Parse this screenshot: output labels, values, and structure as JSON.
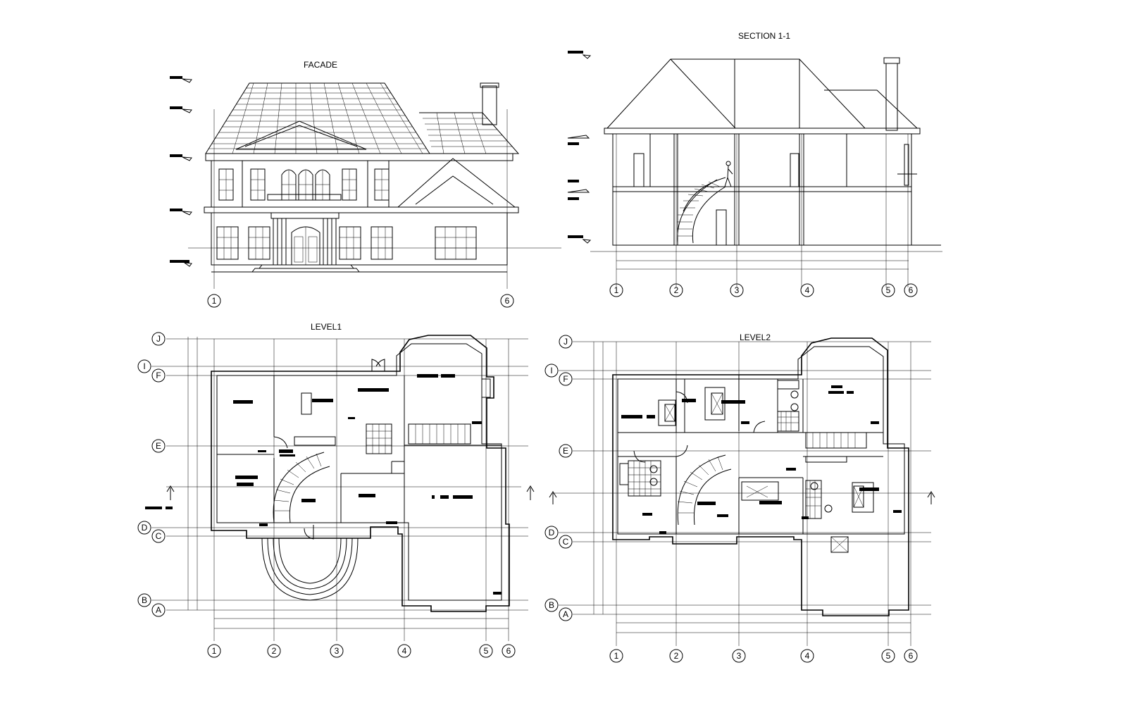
{
  "drawing": {
    "titles": {
      "facade": "FACADE",
      "section": "SECTION 1-1",
      "level1": "LEVEL1",
      "level2": "LEVEL2"
    },
    "facade_columns": [
      "1",
      "6"
    ],
    "section_columns": [
      "1",
      "2",
      "3",
      "4",
      "5",
      "6"
    ],
    "level1_columns": [
      "1",
      "2",
      "3",
      "4",
      "5",
      "6"
    ],
    "level2_columns": [
      "1",
      "2",
      "3",
      "4",
      "5",
      "6"
    ],
    "level1_rows": [
      "J",
      "I",
      "F",
      "E",
      "D",
      "C",
      "B",
      "A"
    ],
    "level2_rows": [
      "J",
      "I",
      "F",
      "E",
      "D",
      "C",
      "B",
      "A"
    ]
  }
}
